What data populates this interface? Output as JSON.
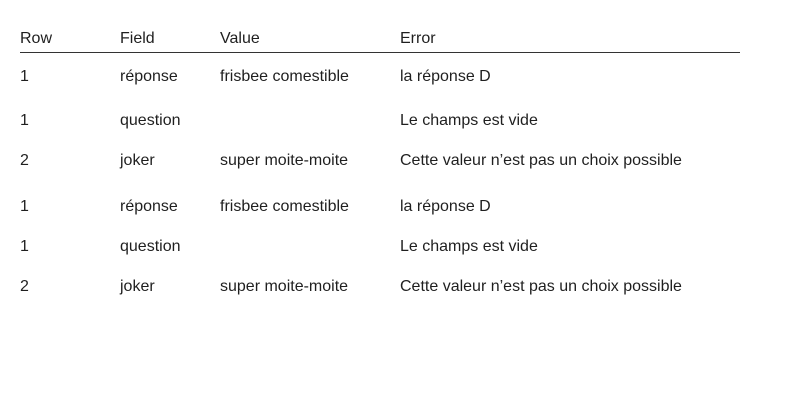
{
  "table": {
    "headers": {
      "row": "Row",
      "field": "Field",
      "value": "Value",
      "error": "Error"
    },
    "groups": [
      {
        "rows": [
          {
            "row": "1",
            "field": "réponse",
            "value": "frisbee comestible",
            "error": "la réponse D"
          },
          {
            "row": "1",
            "field": "question",
            "value": "",
            "error": "Le champs est vide"
          },
          {
            "row": "2",
            "field": "joker",
            "value": "super moite-moite",
            "error": "Cette valeur n’est pas un choix possible"
          }
        ]
      },
      {
        "rows": [
          {
            "row": "1",
            "field": "réponse",
            "value": "frisbee comestible",
            "error": "la réponse D"
          },
          {
            "row": "1",
            "field": "question",
            "value": "",
            "error": "Le champs est vide"
          },
          {
            "row": "2",
            "field": "joker",
            "value": "super moite-moite",
            "error": "Cette valeur n’est pas un choix possible"
          }
        ]
      }
    ]
  }
}
